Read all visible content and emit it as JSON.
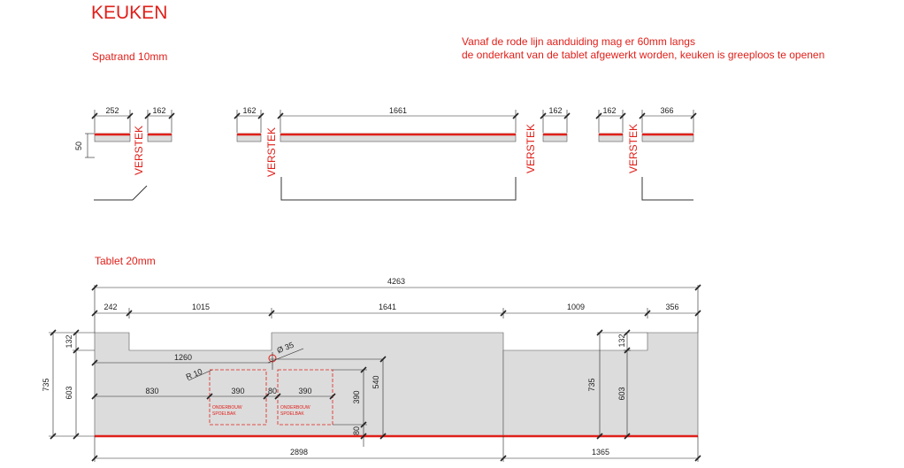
{
  "title": "KEUKEN",
  "spatrand": {
    "label": "Spatrand 10mm",
    "height_dim": "50",
    "verstek": "VERSTEK",
    "dims": [
      "252",
      "162",
      "162",
      "1661",
      "162",
      "162",
      "366"
    ]
  },
  "note": {
    "line1": "Vanaf de rode lijn aanduiding mag er 60mm langs",
    "line2": "de onderkant van de tablet afgewerkt  worden, keuken is greeploos te openen"
  },
  "tablet": {
    "label": "Tablet 20mm",
    "dims": {
      "overall": "4263",
      "d242": "242",
      "d1015": "1015",
      "d1641": "1641",
      "d1009": "1009",
      "d356": "356",
      "left_132": "132",
      "left_735": "735",
      "left_603": "603",
      "right_132": "132",
      "right_735": "735",
      "right_603": "603",
      "d1260": "1260",
      "radius": "R 10",
      "diameter": "Ø 35",
      "d830": "830",
      "sink1_w": "390",
      "gap80": "80",
      "sink2_w": "390",
      "sink_h": "390",
      "d540": "540",
      "bottom80": "80",
      "d2898": "2898",
      "d1365": "1365"
    },
    "sink_label_1": "ONDERBOUW",
    "sink_label_2": "SPOELBAK"
  },
  "colors": {
    "accent": "#e0201a",
    "surface": "#dcdcdc"
  }
}
